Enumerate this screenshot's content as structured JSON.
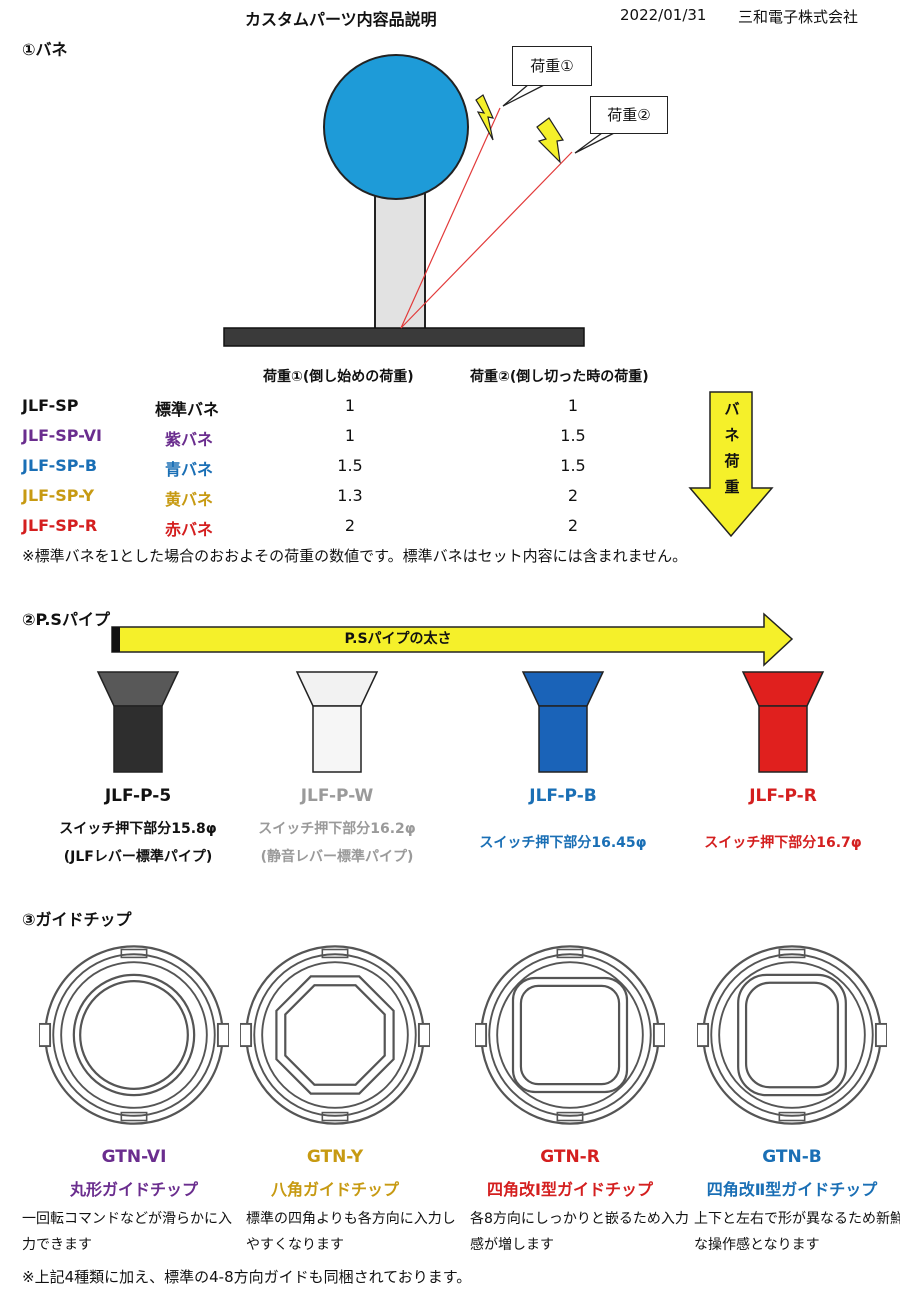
{
  "header": {
    "title": "カスタムパーツ内容品説明",
    "date": "2022/01/31",
    "company": "三和電子株式会社"
  },
  "springs": {
    "section_title": "①バネ",
    "callout_1": "荷重①",
    "callout_2": "荷重②",
    "arrow_label": "バネ荷重",
    "colors": {
      "ball": "#1e9bd8",
      "shaft": "#e2e2e2",
      "base": "#3a3a3a",
      "lightning": "#f5f02a",
      "arrow": "#f5f02a"
    },
    "col_load1": "荷重①(倒し始めの荷重)",
    "col_load2": "荷重②(倒し切った時の荷重)",
    "rows": [
      {
        "code": "JLF-SP",
        "name": "標準バネ",
        "load1": "1",
        "load2": "1",
        "color": "#111111"
      },
      {
        "code": "JLF-SP-VI",
        "name": "紫バネ",
        "load1": "1",
        "load2": "1.5",
        "color": "#6a2d8e"
      },
      {
        "code": "JLF-SP-B",
        "name": "青バネ",
        "load1": "1.5",
        "load2": "1.5",
        "color": "#1a6fb5"
      },
      {
        "code": "JLF-SP-Y",
        "name": "黄バネ",
        "load1": "1.3",
        "load2": "2",
        "color": "#c79a12"
      },
      {
        "code": "JLF-SP-R",
        "name": "赤バネ",
        "load1": "2",
        "load2": "2",
        "color": "#d41f1f"
      }
    ],
    "note": "※標準バネを1とした場合のおおよその荷重の数値です。標準バネはセット内容には含まれません。"
  },
  "pipes": {
    "section_title": "②P.Sパイプ",
    "arrow_label": "P.Sパイプの太さ",
    "items": [
      {
        "code": "JLF-P-5",
        "desc1": "スイッチ押下部分15.8φ",
        "desc2": "(JLFレバー標準パイプ)",
        "color": "#111111",
        "fill_top": "#585858",
        "fill_body": "#2e2e2e"
      },
      {
        "code": "JLF-P-W",
        "desc1": "スイッチ押下部分16.2φ",
        "desc2": "(静音レバー標準パイプ)",
        "color": "#9a9a9a",
        "fill_top": "#f2f2f2",
        "fill_body": "#f6f6f6"
      },
      {
        "code": "JLF-P-B",
        "desc1": "スイッチ押下部分16.45φ",
        "desc2": "",
        "color": "#1a6fb5",
        "fill_top": "#1a63b8",
        "fill_body": "#1a63b8"
      },
      {
        "code": "JLF-P-R",
        "desc1": "スイッチ押下部分16.7φ",
        "desc2": "",
        "color": "#d41f1f",
        "fill_top": "#e0201e",
        "fill_body": "#e0201e"
      }
    ]
  },
  "guides": {
    "section_title": "③ガイドチップ",
    "items": [
      {
        "code": "GTN-VI",
        "type": "丸形ガイドチップ",
        "color": "#6a2d8e",
        "desc": "一回転コマンドなどが滑らかに入力できます"
      },
      {
        "code": "GTN-Y",
        "type": "八角ガイドチップ",
        "color": "#c79a12",
        "desc": "標準の四角よりも各方向に入力しやすくなります"
      },
      {
        "code": "GTN-R",
        "type": "四角改Ⅰ型ガイドチップ",
        "color": "#d41f1f",
        "desc": "各8方向にしっかりと嵌るため入力感が増します"
      },
      {
        "code": "GTN-B",
        "type": "四角改Ⅱ型ガイドチップ",
        "color": "#1a6fb5",
        "desc": "上下と左右で形が異なるため新鮮な操作感となります"
      }
    ],
    "note": "※上記4種類に加え、標準の4-8方向ガイドも同梱されております。"
  }
}
